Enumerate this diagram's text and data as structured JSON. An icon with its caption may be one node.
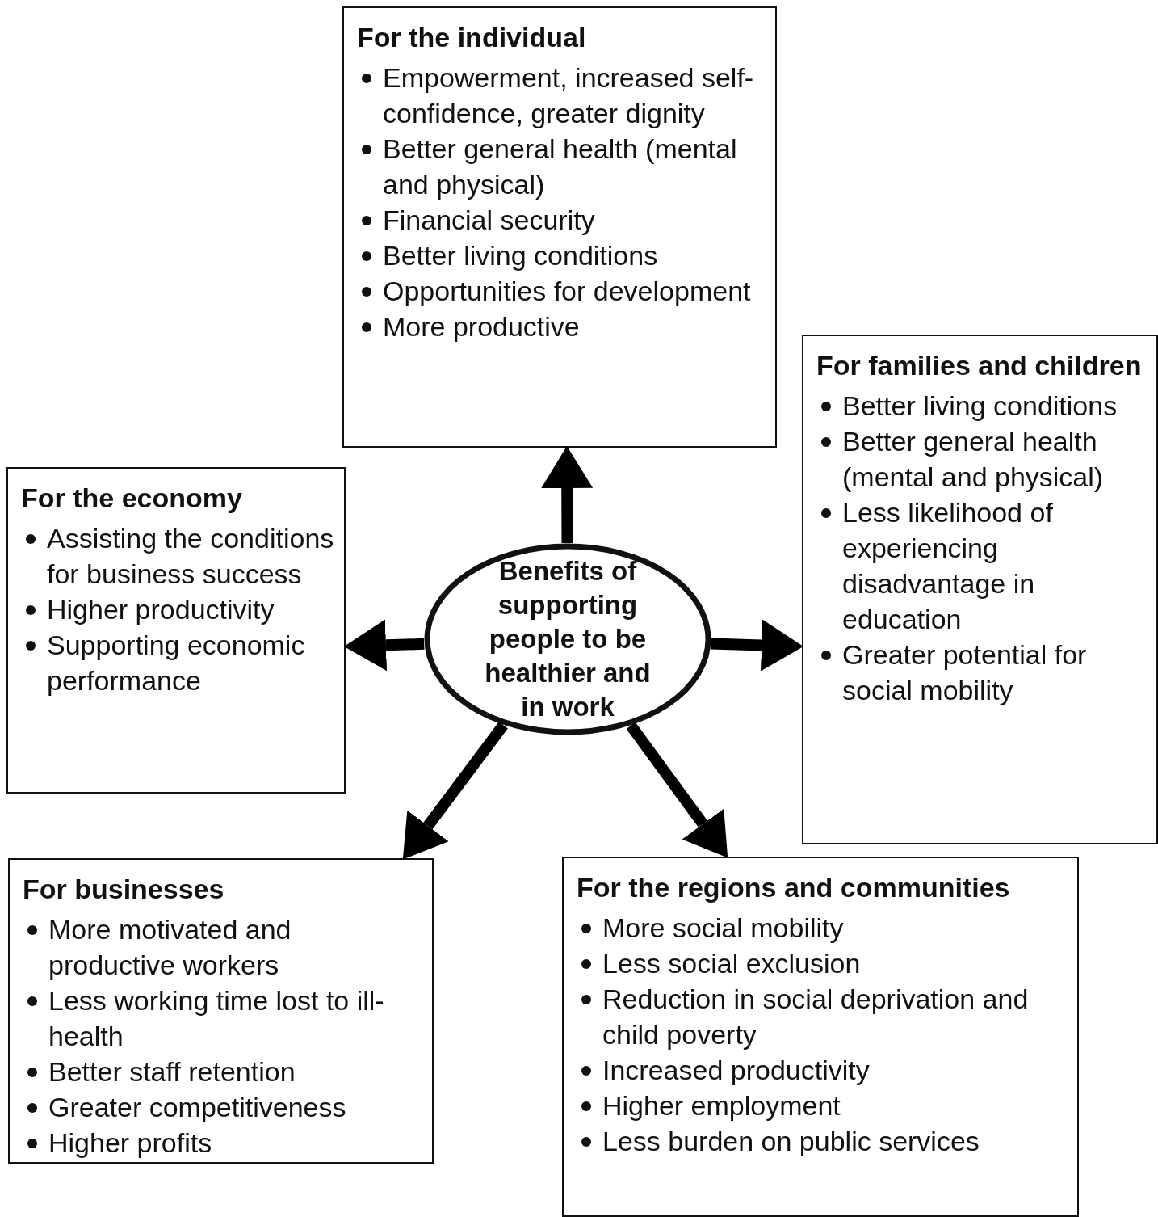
{
  "diagram": {
    "nodes": [
      {
        "text": [
          "Benefits of supporting people to be healthier and in work"
        ]
      },
      {
        "text": [
          "For the individual",
          "Empowerment, increased self-confidence, greater dignity",
          "Better general health (mental and physical)",
          "Financial security",
          "Better living conditions",
          "Opportunities for development",
          "More productive"
        ]
      },
      {
        "text": [
          "For families and children",
          "Better living conditions",
          "Better general health (mental and physical)",
          "Less likelihood of experiencing disadvantage in education",
          "Greater potential for social mobility"
        ]
      },
      {
        "text": [
          "For the economy",
          "Assisting the conditions for business success",
          "Higher productivity",
          "Supporting economic performance"
        ]
      },
      {
        "text": [
          "For businesses",
          "More motivated and productive workers",
          "Less working time lost to ill-health",
          "Better staff retention",
          "Greater competitiveness",
          "Higher profits"
        ]
      },
      {
        "text": [
          "For the regions and communities",
          "More social mobility",
          "Less social exclusion",
          "Reduction in social deprivation and child poverty",
          "Increased productivity",
          "Higher employment",
          "Less burden on public services"
        ]
      }
    ],
    "edges": [
      {
        "from": 0,
        "to": 1,
        "arrow": "to"
      },
      {
        "from": 0,
        "to": 2,
        "arrow": "to"
      },
      {
        "from": 0,
        "to": 3,
        "arrow": "to"
      },
      {
        "from": 0,
        "to": 4,
        "arrow": "to"
      },
      {
        "from": 0,
        "to": 5,
        "arrow": "to"
      }
    ]
  }
}
